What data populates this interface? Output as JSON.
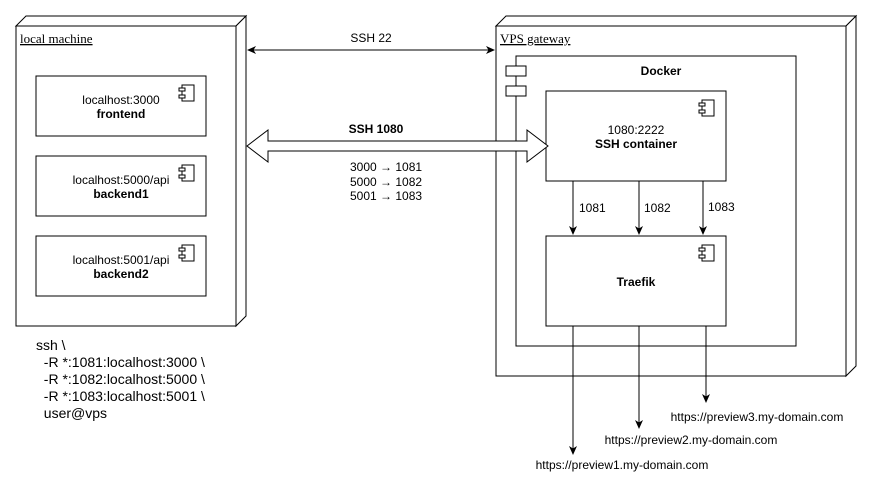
{
  "local_machine": {
    "title": "local machine",
    "components": [
      {
        "line1": "localhost:3000",
        "line2": "frontend"
      },
      {
        "line1": "localhost:5000/api",
        "line2": "backend1"
      },
      {
        "line1": "localhost:5001/api",
        "line2": "backend2"
      }
    ]
  },
  "vps": {
    "title": "VPS gateway",
    "docker_label": "Docker",
    "ssh_container": {
      "line1": "1080:2222",
      "line2": "SSH container"
    },
    "traefik": {
      "label": "Traefik"
    },
    "ports": [
      "1081",
      "1082",
      "1083"
    ]
  },
  "connections": {
    "ssh22": "SSH 22",
    "ssh1080": "SSH 1080",
    "mappings": [
      "3000 → 1081",
      "5000 → 1082",
      "5001 → 1083"
    ]
  },
  "command": {
    "lines": [
      "ssh \\",
      "  -R *:1081:localhost:3000 \\",
      "  -R *:1082:localhost:5000 \\",
      "  -R *:1083:localhost:5001 \\",
      "  user@vps"
    ]
  },
  "urls": [
    "https://preview1.my-domain.com",
    "https://preview2.my-domain.com",
    "https://preview3.my-domain.com"
  ]
}
